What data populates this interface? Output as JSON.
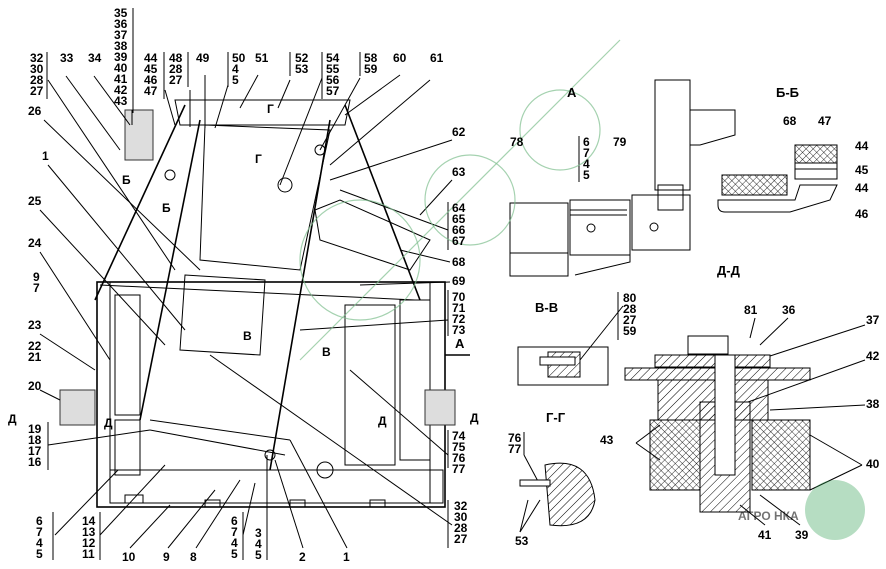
{
  "stacks": {
    "s1": [
      "32",
      "30",
      "28",
      "27"
    ],
    "s2": [
      "33"
    ],
    "s3": [
      "34"
    ],
    "s4": [
      "35",
      "36",
      "37",
      "38",
      "39",
      "40",
      "41",
      "42",
      "43"
    ],
    "s5": [
      "44",
      "45",
      "46",
      "47"
    ],
    "s6": [
      "48",
      "28",
      "27"
    ],
    "s7": [
      "49"
    ],
    "s8": [
      "50",
      "4",
      "5"
    ],
    "s9": [
      "51"
    ],
    "s10": [
      "52",
      "53"
    ],
    "s11": [
      "54",
      "55",
      "56",
      "57"
    ],
    "s12": [
      "58",
      "59"
    ],
    "s13": [
      "60"
    ],
    "s14": [
      "61"
    ],
    "s15": [
      "26"
    ],
    "s16": [
      "1"
    ],
    "s17": [
      "25"
    ],
    "s18": [
      "24"
    ],
    "s19": [
      "9",
      "7"
    ],
    "s20": [
      "23"
    ],
    "s21": [
      "22",
      "21"
    ],
    "s22": [
      "20"
    ],
    "s23": [
      "19",
      "18",
      "17",
      "16"
    ],
    "s24": [
      "6",
      "7",
      "4",
      "5"
    ],
    "s25": [
      "14",
      "13",
      "12",
      "11"
    ],
    "s26": [
      "10"
    ],
    "s27": [
      "9"
    ],
    "s28": [
      "8"
    ],
    "s29": [
      "6",
      "7",
      "4",
      "5"
    ],
    "s30": [
      "3",
      "4",
      "5"
    ],
    "s31": [
      "2"
    ],
    "s32": [
      "1"
    ],
    "s33": [
      "32",
      "30",
      "28",
      "27"
    ],
    "s34": [
      "62"
    ],
    "s35": [
      "63"
    ],
    "s36": [
      "64",
      "65",
      "66",
      "67"
    ],
    "s37": [
      "68"
    ],
    "s38": [
      "69"
    ],
    "s39": [
      "70",
      "71",
      "72",
      "73"
    ],
    "s40": [
      "74",
      "75",
      "76",
      "77"
    ],
    "s41": [
      "78"
    ],
    "s42": [
      "6",
      "7",
      "4",
      "5"
    ],
    "s43": [
      "79"
    ],
    "s44": [
      "68"
    ],
    "s45": [
      "47"
    ],
    "s46": [
      "44"
    ],
    "s47": [
      "45"
    ],
    "s48": [
      "44"
    ],
    "s49": [
      "46"
    ],
    "s50": [
      "80",
      "28",
      "27",
      "59"
    ],
    "s51": [
      "81"
    ],
    "s52": [
      "36"
    ],
    "s53": [
      "37"
    ],
    "s54": [
      "42"
    ],
    "s55": [
      "38"
    ],
    "s56": [
      "43"
    ],
    "s57": [
      "40"
    ],
    "s58": [
      "76",
      "77"
    ],
    "s59": [
      "53"
    ],
    "s60": [
      "41"
    ],
    "s61": [
      "39"
    ]
  },
  "views": {
    "view_a": "А",
    "section_bb": "Б-Б",
    "section_dd": "Д-Д",
    "section_vv": "В-В",
    "section_gg": "Г-Г"
  },
  "markers": {
    "b1": "Б",
    "b2": "Б",
    "g1": "Г",
    "g2": "Г",
    "v1": "В",
    "v2": "В",
    "a": "А",
    "d1": "Д",
    "d2": "Д",
    "d3": "Д",
    "d4": "Д"
  },
  "logo": {
    "text": "АГРО НКА",
    "color": "#2e9e4f"
  },
  "watermark_color": "#7fbf8f"
}
